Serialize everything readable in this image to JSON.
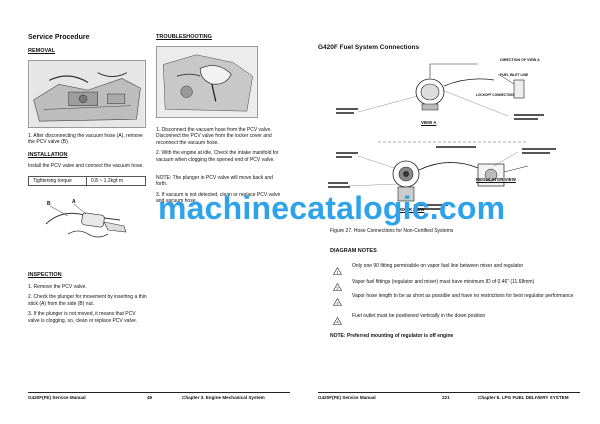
{
  "left": {
    "heading": "Service Procedure",
    "removal_title": "REMOVAL",
    "removal_step": "1. After disconnecting the vacuum hose (A), remove the PCV valve (B).",
    "installation_title": "INSTALLATION",
    "installation_text": "Install the PCV valve and connect the vacuum hose.",
    "torque_label": "Tightening torque",
    "torque_value": "0.8 ~ 1.2kgf·m",
    "figure_labels": {
      "a": "A",
      "b": "B"
    },
    "inspection_title": "INSPECTION",
    "inspection_steps": [
      "1. Remove the PCV valve.",
      "2. Check the plunger for movement by inserting a thin stick (A) from the side (B) nut.",
      "3. If the plunger is not moved, it means that PCV valve is clogging, so, clean or replace PCV valve."
    ],
    "troubleshooting_title": "TROUBLESHOOTING",
    "ts_steps": [
      "1. Disconnect the vacuum hose from the PCV valve. Disconnect the PCV valve from the locker cover and reconnect the vacuum hose.",
      "2. With the engine at idle, Check the intake manifold for vacuum when clogging the opened end of PCV valve."
    ],
    "ts_note": "NOTE: The plunger in PCV valve will move back and forth.",
    "ts_step3": "3. If vacuum is not detected, clean or replace PCV valve and vacuum hose.",
    "footer_left": "G420F(FE) Service Manual",
    "page_number": "49",
    "footer_right": "Chapter 3. Engine Mechanical System"
  },
  "right": {
    "title": "G420F Fuel System Connections",
    "diagram_labels": {
      "direction": "DIRECTION OF VIEW A",
      "view_a": "VIEW A",
      "regulator_view": "REGULATOR VIEW",
      "mixer_view": "MIXER VIEW",
      "fuel_inlet": "FUEL INLET LINE",
      "lockoff": "LOCKOFF CONNECTION"
    },
    "figure_caption": "Figure 27. Hose Connections for Non-Certified Systems",
    "notes_title": "DIAGRAM NOTES",
    "notes": [
      {
        "num": "1",
        "text": "Only one 90    fitting permissible on vapor fuel line between mixer and regulator"
      },
      {
        "num": "2",
        "text": "Vapor fuel fittings (regulator and mixer) must have minimum ID of 0.46\" (11.68mm)"
      },
      {
        "num": "3",
        "text": "Vapor hose length to be as short as possible and have no restrictions for best regulator performance"
      },
      {
        "num": "4",
        "text": "Fuel outlet must be positioned vertically in the down position"
      }
    ],
    "note": "NOTE: Preferred mounting of regulator is off engine",
    "footer_left": "G420F(FE) Service Manual",
    "page_number": "221",
    "footer_right": "Chapter 6. LPG FUEL DELIVERY SYSTEM"
  },
  "watermark": "machinecatalogic.com"
}
